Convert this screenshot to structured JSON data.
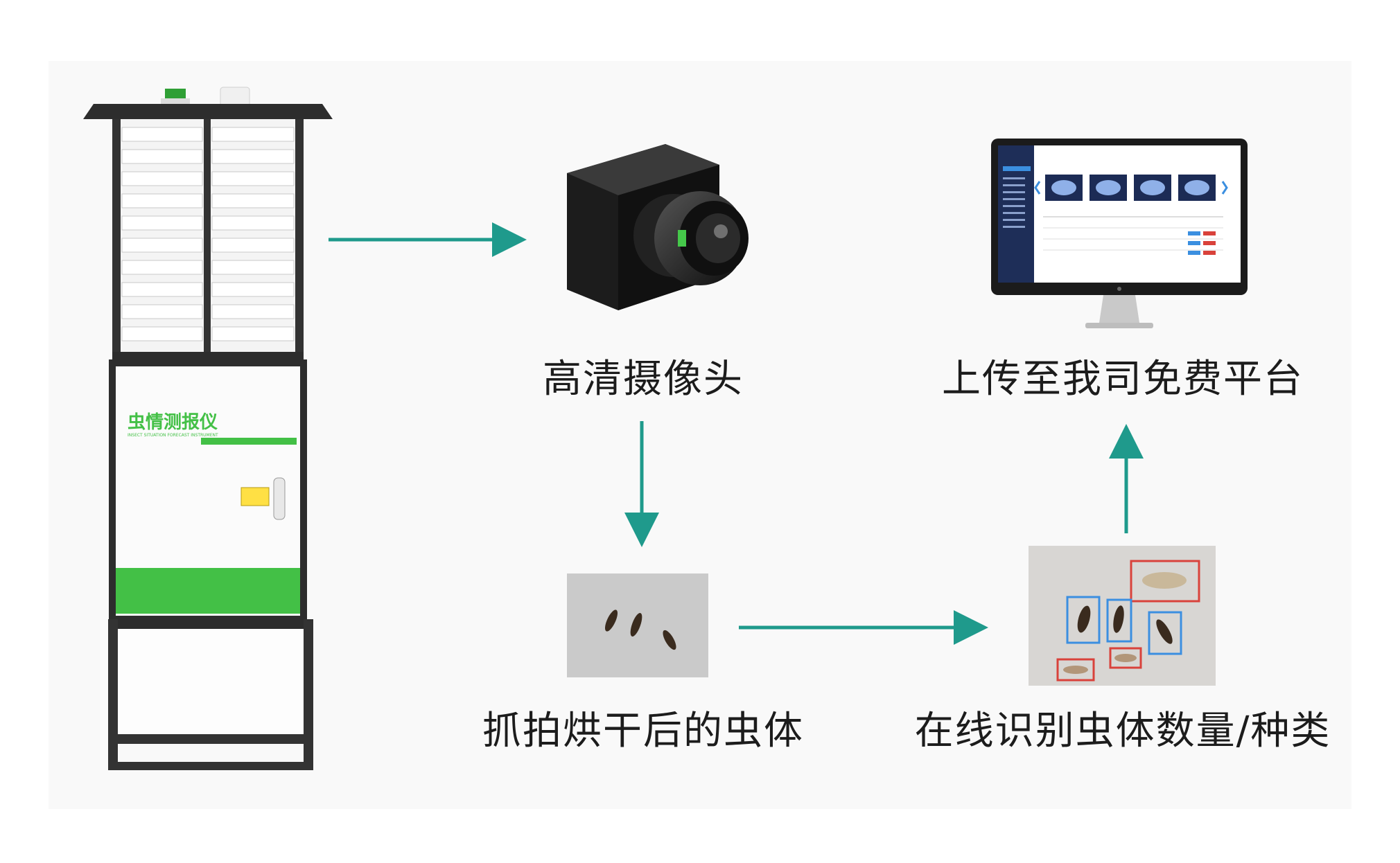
{
  "colors": {
    "arrow": "#1f9a8c",
    "trap_green": "#43c046",
    "frame_dark": "#333333",
    "camera_body": "#1a1a1a",
    "monitor_bezel": "#1b1b1b",
    "detect_blue": "#3b8fe0",
    "detect_red": "#d9423b"
  },
  "trap": {
    "brand_text": "虫情测报仪",
    "brand_sub": "INSECT SITUATION FORECAST INSTRUMENT"
  },
  "steps": {
    "camera_label": "高清摄像头",
    "capture_label": "抓拍烘干后的虫体",
    "recognize_label": "在线识别虫体数量/种类",
    "upload_label": "上传至我司免费平台"
  },
  "icons": [
    "insect-trap-device",
    "camera-icon",
    "insect-photo",
    "recognition-photo",
    "monitor-icon",
    "arrow-right",
    "arrow-down",
    "arrow-up"
  ]
}
